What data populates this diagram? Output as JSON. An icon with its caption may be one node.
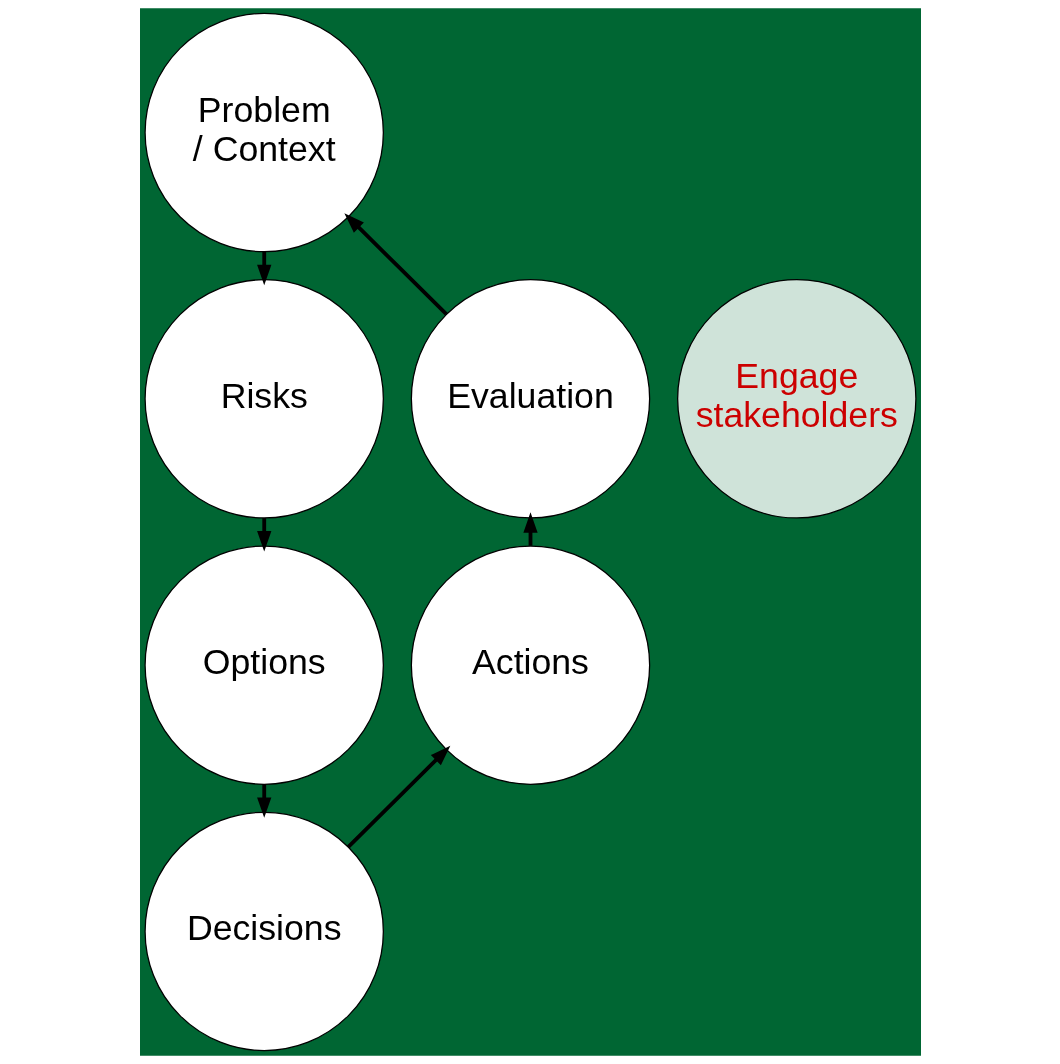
{
  "diagram": {
    "nodes": [
      {
        "text": [
          "Problem / Context"
        ]
      },
      {
        "text": [
          "Risks"
        ]
      },
      {
        "text": [
          "Options"
        ]
      },
      {
        "text": [
          "Decisions"
        ]
      },
      {
        "text": [
          "Actions"
        ]
      },
      {
        "text": [
          "Evaluation"
        ]
      },
      {
        "text": [
          "Engage stakeholders"
        ]
      }
    ],
    "edges": [
      {
        "from": 0,
        "to": 1,
        "arrow": "to"
      },
      {
        "from": 1,
        "to": 2,
        "arrow": "to"
      },
      {
        "from": 2,
        "to": 3,
        "arrow": "to"
      },
      {
        "from": 3,
        "to": 4,
        "arrow": "to"
      },
      {
        "from": 4,
        "to": 5,
        "arrow": "to"
      },
      {
        "from": 5,
        "to": 0,
        "arrow": "to"
      }
    ]
  }
}
